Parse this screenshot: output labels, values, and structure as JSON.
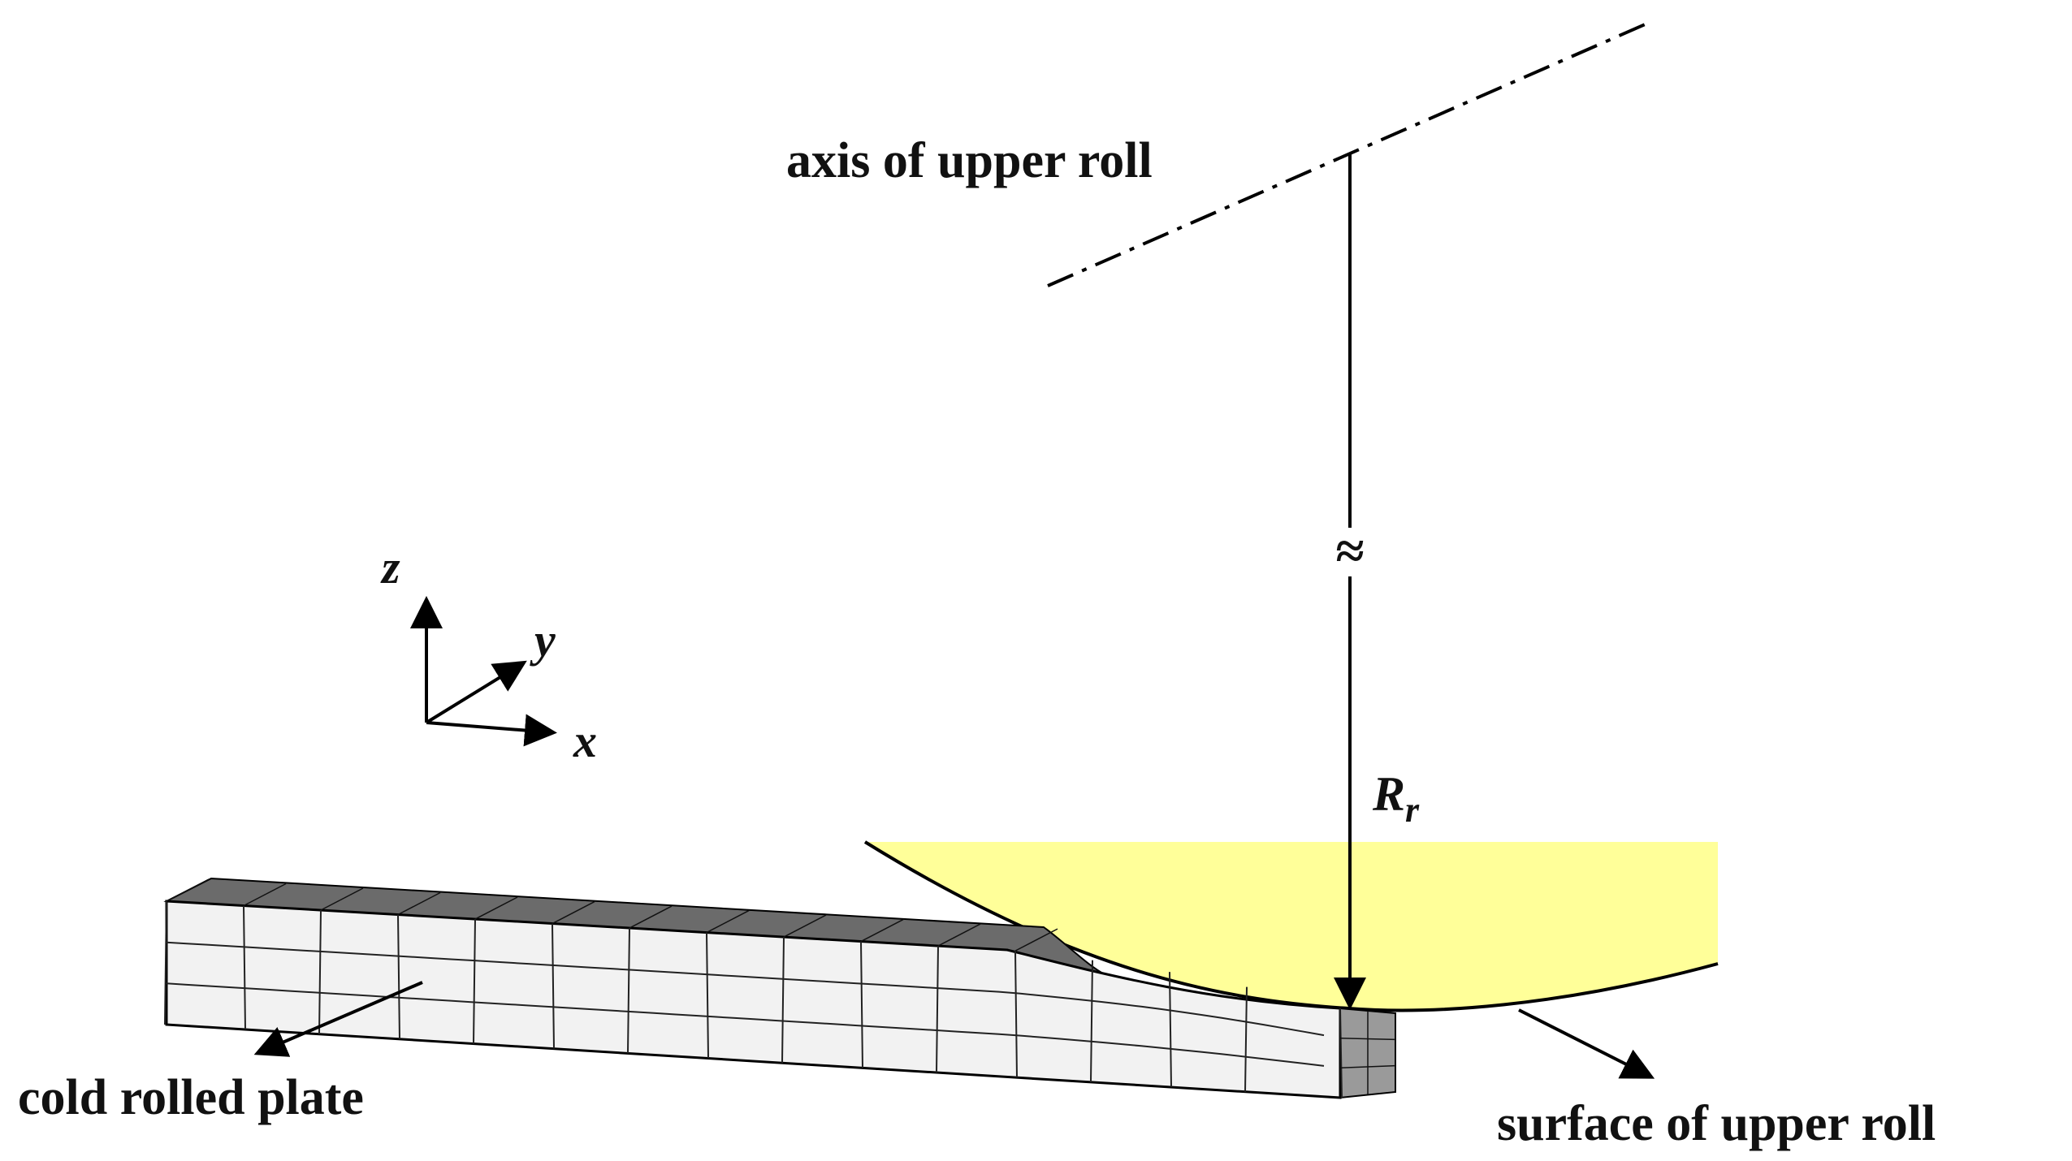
{
  "labels": {
    "axis_of_upper_roll": "axis of upper roll",
    "cold_rolled_plate": "cold rolled plate",
    "surface_of_upper_roll": "surface of upper roll",
    "break_symbol": "≈",
    "radius_symbol": "R",
    "radius_subscript": "r"
  },
  "axes": {
    "x": "x",
    "y": "y",
    "z": "z"
  },
  "colors": {
    "roll_fill": "#ffff99",
    "plate_face": "#f0f0f0",
    "plate_top": "#6b6b6b",
    "line": "#000000"
  }
}
